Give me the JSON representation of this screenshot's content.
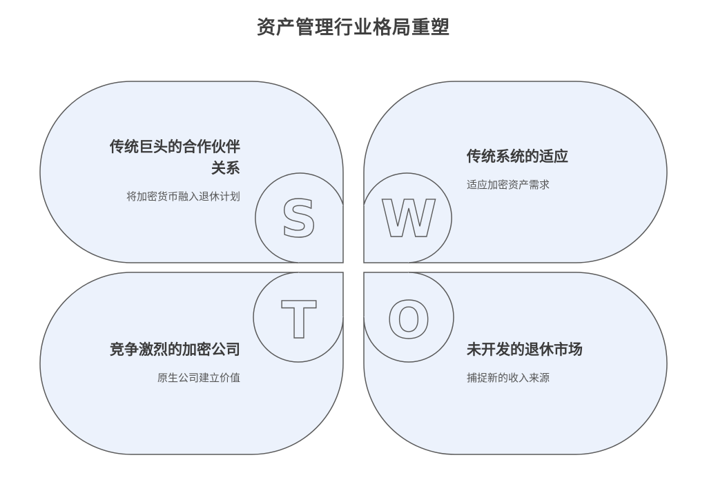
{
  "title": "资产管理行业格局重塑",
  "colors": {
    "fill": "#ecf2fc",
    "stroke": "#5a5a5a",
    "title_text": "#3f3f3f",
    "body_text": "#555555"
  },
  "quadrants": [
    {
      "letter": "S",
      "position": "top-left",
      "title_line1": "传统巨头的合作伙伴",
      "title_line2": "关系",
      "description": "将加密货币融入退休计划"
    },
    {
      "letter": "W",
      "position": "top-right",
      "title_line1": "传统系统的适应",
      "title_line2": "",
      "description": "适应加密资产需求"
    },
    {
      "letter": "T",
      "position": "bottom-left",
      "title_line1": "竞争激烈的加密公司",
      "title_line2": "",
      "description": "原生公司建立价值"
    },
    {
      "letter": "O",
      "position": "bottom-right",
      "title_line1": "未开发的退休市场",
      "title_line2": "",
      "description": "捕捉新的收入来源"
    }
  ]
}
